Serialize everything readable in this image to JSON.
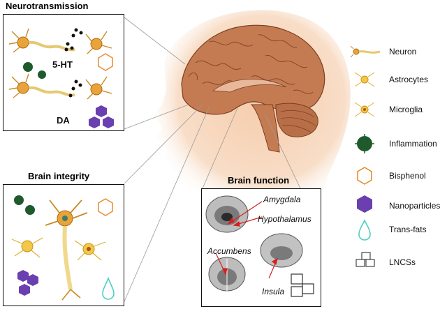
{
  "panels": {
    "neurotransmission": {
      "title": "Neurotransmission",
      "labels": [
        "5-HT",
        "DA"
      ]
    },
    "brain_integrity": {
      "title": "Brain integrity"
    },
    "brain_function": {
      "title": "Brain function",
      "regions": [
        "Amygdala",
        "Hypothalamus",
        "Accumbens",
        "Insula"
      ]
    }
  },
  "legend": [
    {
      "label": "Neuron",
      "icon": "neuron-icon"
    },
    {
      "label": "Astrocytes",
      "icon": "astrocyte-icon"
    },
    {
      "label": "Microglia",
      "icon": "microglia-icon"
    },
    {
      "label": "Inflammation",
      "icon": "inflammation-icon"
    },
    {
      "label": "Bisphenol",
      "icon": "bisphenol-icon"
    },
    {
      "label": "Nanoparticles",
      "icon": "nanoparticle-icon"
    },
    {
      "label": "Trans-fats",
      "icon": "trans-fat-drop-icon"
    },
    {
      "label": "LNCSs",
      "icon": "lncs-cubes-icon"
    }
  ],
  "colors": {
    "skin": "#f5cbaa",
    "brain": "#c8835a",
    "brain_dark": "#8a4a2b",
    "neuron_body": "#e8a33a",
    "axon": "#f3e0a0",
    "astro": "#f2c84a",
    "inflammation": "#1f5a2d",
    "bisphenol": "#e88a2e",
    "nanoparticle": "#6a3fb0",
    "transfat": "#4fcfc0",
    "arrow": "#d81f1f"
  }
}
